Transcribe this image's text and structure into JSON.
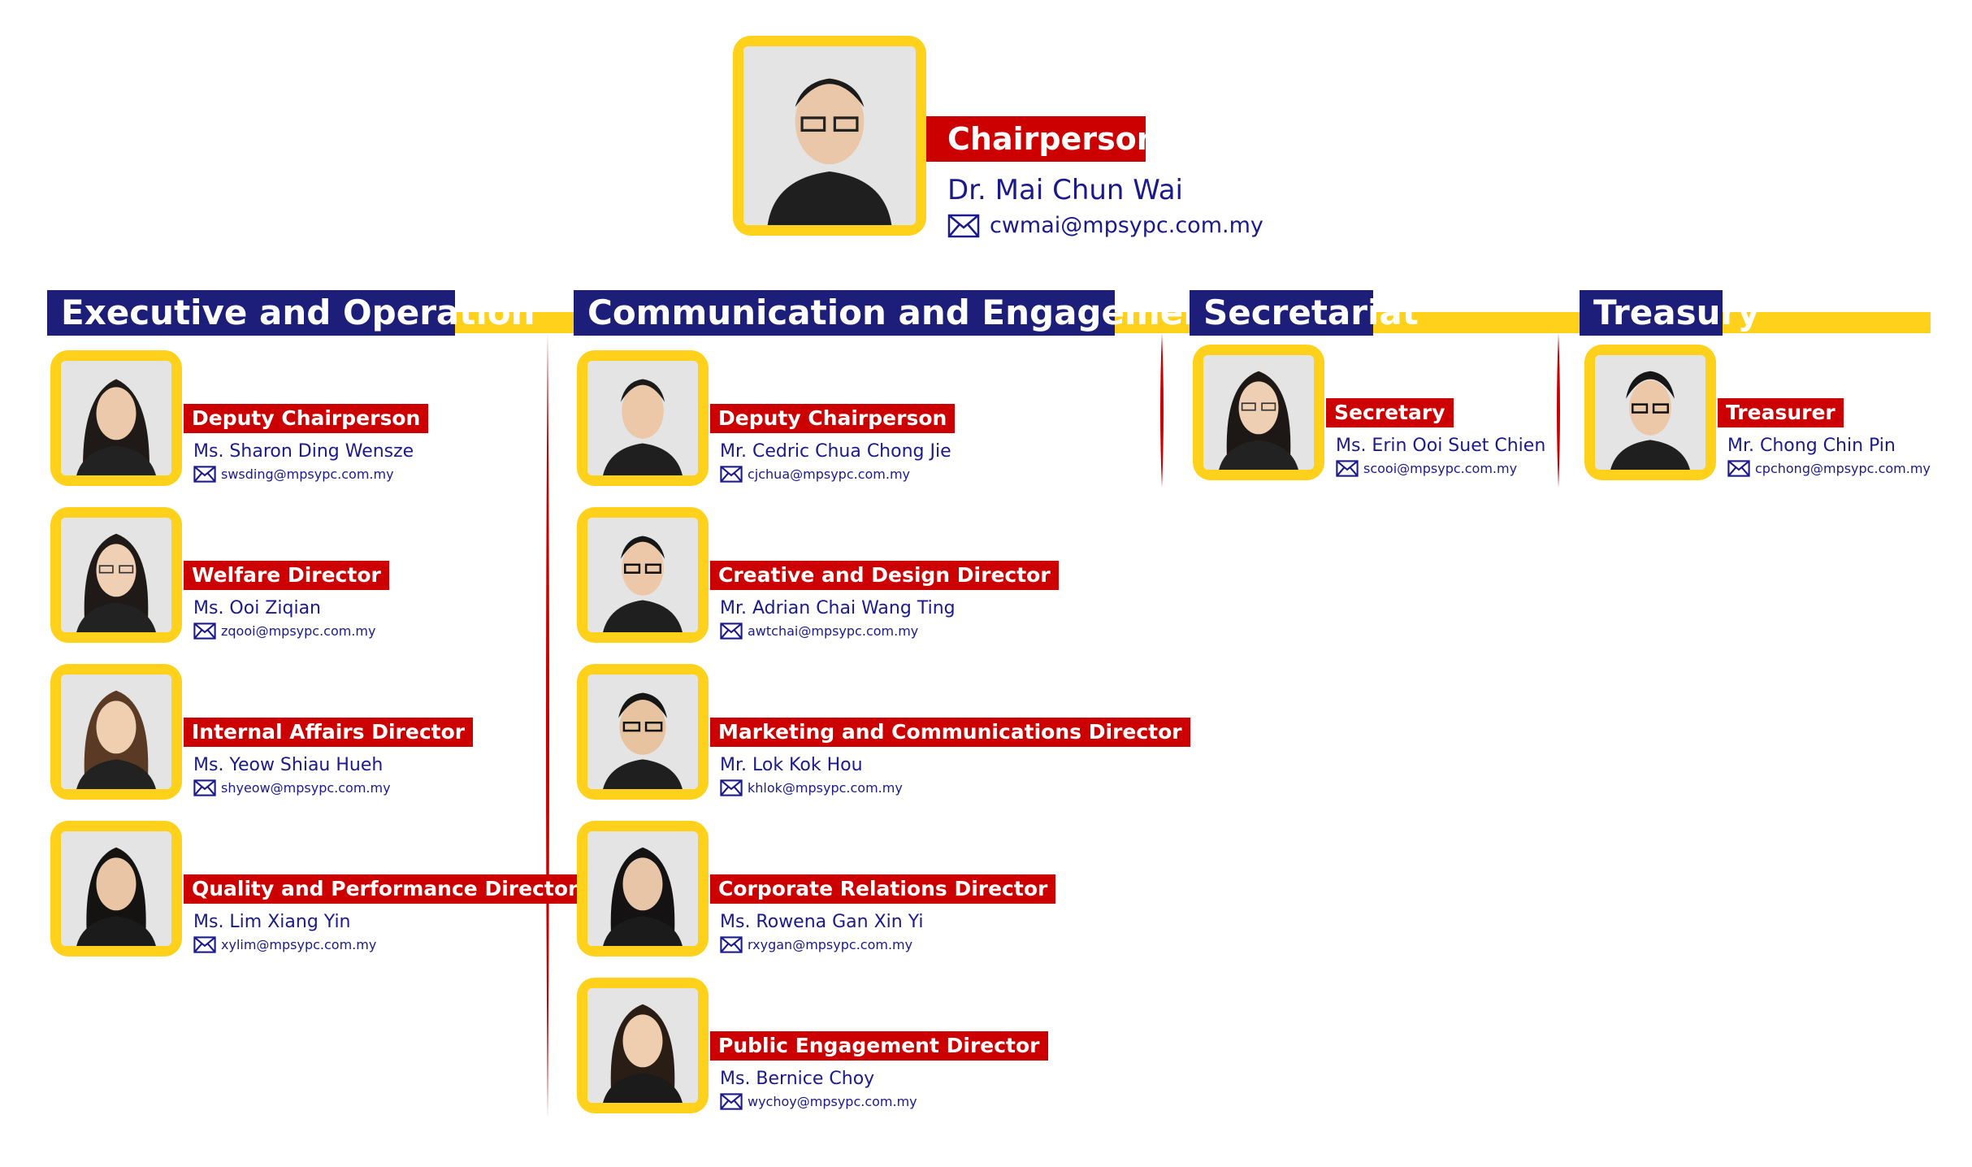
{
  "chair": {
    "role": "Chairperson",
    "name": "Dr. Mai Chun Wai",
    "email": "cwmai@mpsypc.com.my"
  },
  "departments": [
    {
      "title": "Executive and Operation",
      "members": [
        {
          "role": "Deputy Chairperson",
          "name": "Ms. Sharon Ding Wensze",
          "email": "swsding@mpsypc.com.my"
        },
        {
          "role": "Welfare Director",
          "name": "Ms. Ooi Ziqian",
          "email": "zqooi@mpsypc.com.my"
        },
        {
          "role": "Internal Affairs Director",
          "name": "Ms. Yeow Shiau Hueh",
          "email": "shyeow@mpsypc.com.my"
        },
        {
          "role": "Quality and Performance Director",
          "name": "Ms. Lim Xiang Yin",
          "email": "xylim@mpsypc.com.my"
        }
      ]
    },
    {
      "title": "Communication and Engagement",
      "members": [
        {
          "role": "Deputy Chairperson",
          "name": "Mr. Cedric Chua Chong Jie",
          "email": "cjchua@mpsypc.com.my"
        },
        {
          "role": "Creative and Design Director",
          "name": "Mr. Adrian Chai Wang Ting",
          "email": "awtchai@mpsypc.com.my"
        },
        {
          "role": "Marketing and Communications Director",
          "name": "Mr. Lok Kok Hou",
          "email": "khlok@mpsypc.com.my"
        },
        {
          "role": "Corporate Relations Director",
          "name": "Ms. Rowena Gan Xin Yi",
          "email": "rxygan@mpsypc.com.my"
        },
        {
          "role": "Public Engagement Director",
          "name": "Ms. Bernice Choy",
          "email": "wychoy@mpsypc.com.my"
        }
      ]
    },
    {
      "title": "Secretariat",
      "members": [
        {
          "role": "Secretary",
          "name": "Ms. Erin Ooi Suet Chien",
          "email": "scooi@mpsypc.com.my"
        }
      ]
    },
    {
      "title": "Treasury",
      "members": [
        {
          "role": "Treasurer",
          "name": "Mr. Chong Chin Pin",
          "email": "cpchong@mpsypc.com.my"
        }
      ]
    }
  ],
  "colors": {
    "yellow": "#FFD11A",
    "red": "#CC0000",
    "navy": "#1D1D7A",
    "text": "#1a1a8c"
  },
  "icons": {
    "email": "envelope-icon",
    "person": "person-photo-icon"
  }
}
